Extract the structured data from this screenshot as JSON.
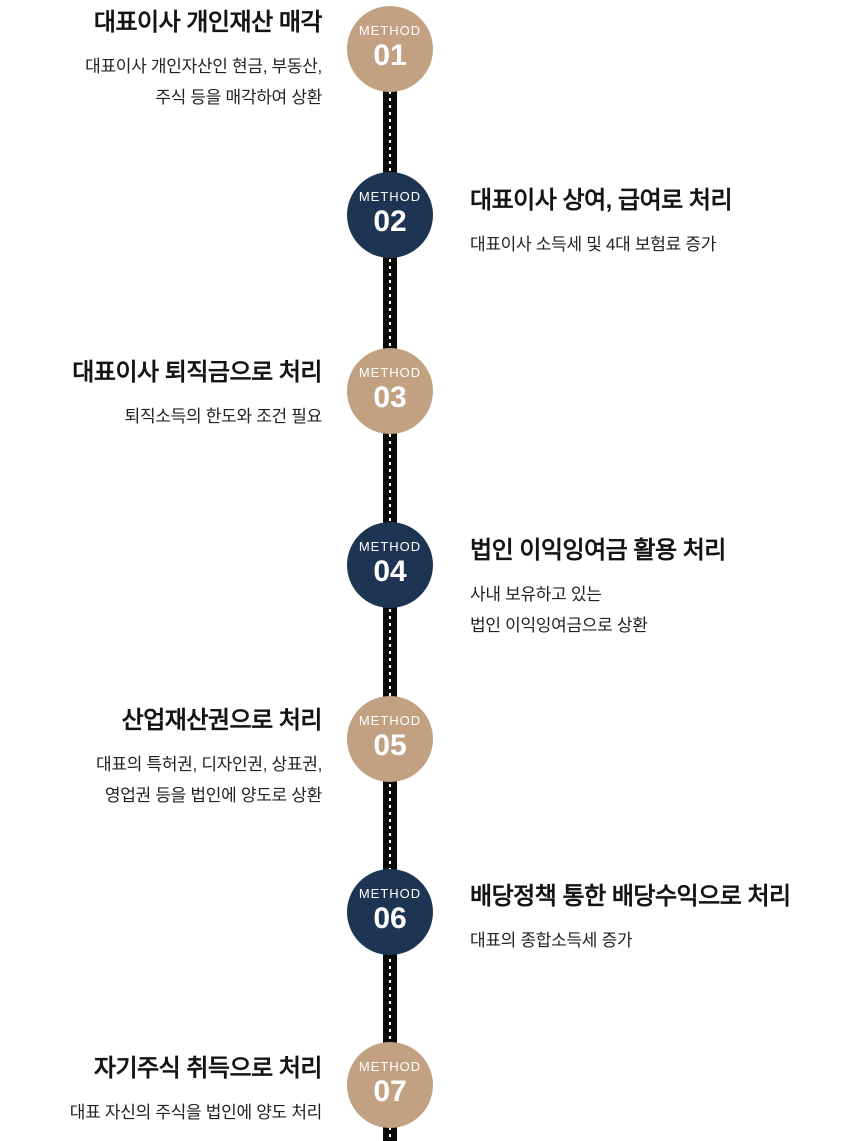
{
  "colors": {
    "tan": "#c2a183",
    "navy": "#1d3552",
    "line": "#0a0a0a",
    "title": "#141414",
    "subtitle": "#222222"
  },
  "methods": [
    {
      "badge_label": "METHOD",
      "number": "01",
      "side": "left",
      "color": "tan",
      "title": "대표이사 개인재산 매각",
      "subtitle": [
        "대표이사 개인자산인 현금, 부동산,",
        "주식 등을 매각하여 상환"
      ]
    },
    {
      "badge_label": "METHOD",
      "number": "02",
      "side": "right",
      "color": "navy",
      "title": "대표이사 상여, 급여로 처리",
      "subtitle": [
        "대표이사 소득세 및 4대 보험료 증가"
      ]
    },
    {
      "badge_label": "METHOD",
      "number": "03",
      "side": "left",
      "color": "tan",
      "title": "대표이사 퇴직금으로 처리",
      "subtitle": [
        "퇴직소득의 한도와 조건 필요"
      ]
    },
    {
      "badge_label": "METHOD",
      "number": "04",
      "side": "right",
      "color": "navy",
      "title": "법인 이익잉여금 활용 처리",
      "subtitle": [
        "사내 보유하고 있는",
        "법인 이익잉여금으로 상환"
      ]
    },
    {
      "badge_label": "METHOD",
      "number": "05",
      "side": "left",
      "color": "tan",
      "title": "산업재산권으로 처리",
      "subtitle": [
        "대표의 특허권, 디자인권, 상표권,",
        "영업권 등을 법인에 양도로 상환"
      ]
    },
    {
      "badge_label": "METHOD",
      "number": "06",
      "side": "right",
      "color": "navy",
      "title": "배당정책 통한 배당수익으로 처리",
      "subtitle": [
        "대표의 종합소득세 증가"
      ]
    },
    {
      "badge_label": "METHOD",
      "number": "07",
      "side": "left",
      "color": "tan",
      "title": "자기주식 취득으로 처리",
      "subtitle": [
        "대표 자신의 주식을 법인에 양도 처리"
      ]
    }
  ]
}
